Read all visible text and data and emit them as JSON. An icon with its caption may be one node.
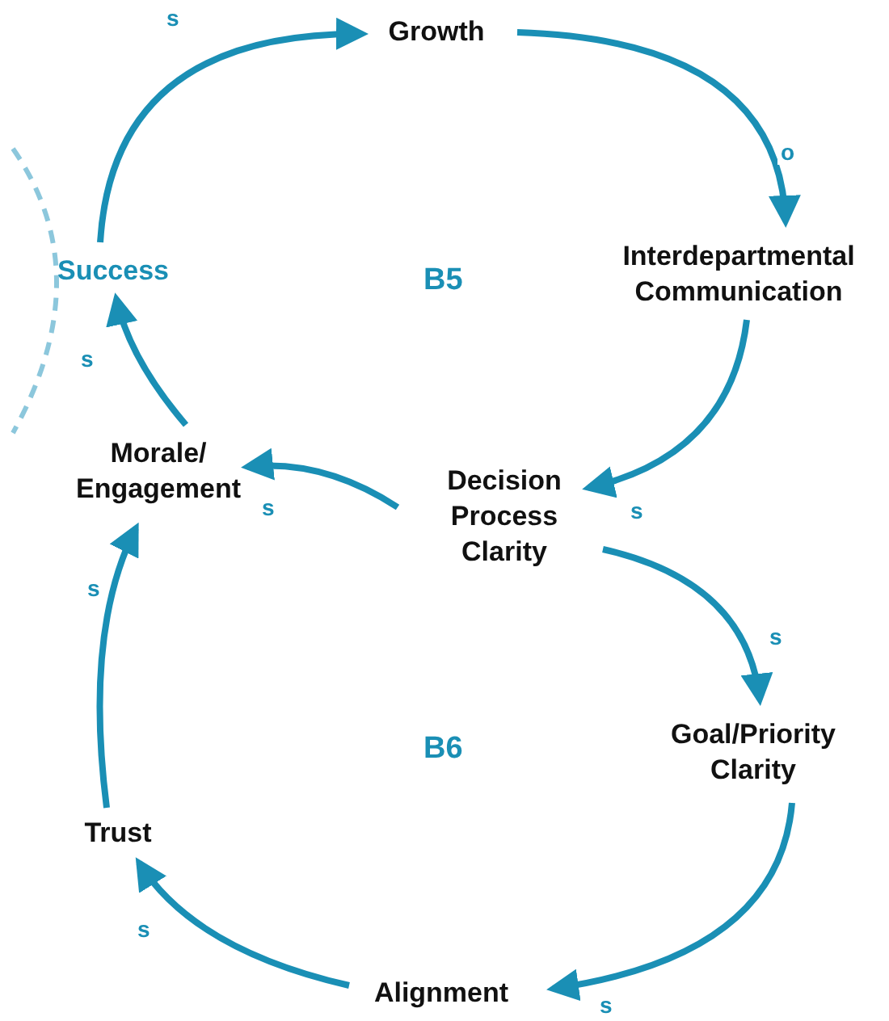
{
  "diagram": {
    "nodes": [
      {
        "text": [
          "Growth"
        ]
      },
      {
        "text": [
          "Interdepartmental Communication"
        ]
      },
      {
        "text": [
          "Decision Process Clarity"
        ]
      },
      {
        "text": [
          "Goal/Priority Clarity"
        ]
      },
      {
        "text": [
          "Alignment"
        ]
      },
      {
        "text": [
          "Trust"
        ]
      },
      {
        "text": [
          "Morale/ Engagement"
        ]
      },
      {
        "text": [
          "Success"
        ]
      }
    ],
    "edges": [
      {
        "from": 7,
        "to": 0,
        "arrow": "to",
        "label": "s"
      },
      {
        "from": 0,
        "to": 1,
        "arrow": "to",
        "label": "o"
      },
      {
        "from": 1,
        "to": 2,
        "arrow": "to",
        "label": "s"
      },
      {
        "from": 2,
        "to": 6,
        "arrow": "to",
        "label": "s"
      },
      {
        "from": 6,
        "to": 7,
        "arrow": "to",
        "label": "s"
      },
      {
        "from": 2,
        "to": 3,
        "arrow": "to",
        "label": "s"
      },
      {
        "from": 3,
        "to": 4,
        "arrow": "to",
        "label": "s"
      },
      {
        "from": 4,
        "to": 5,
        "arrow": "to",
        "label": "s"
      },
      {
        "from": 5,
        "to": 6,
        "arrow": "to",
        "label": "s"
      }
    ],
    "labels": [
      "B5",
      "B6"
    ]
  }
}
